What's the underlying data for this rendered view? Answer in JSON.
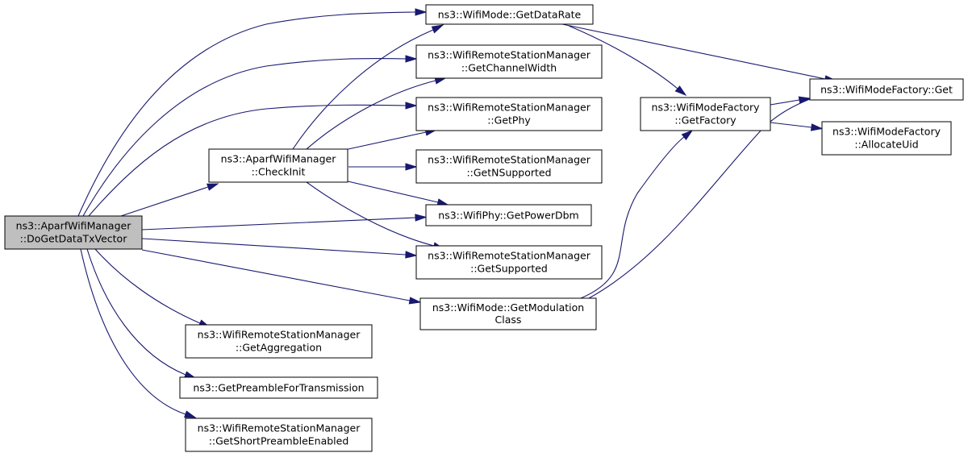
{
  "graph": {
    "nodes": {
      "root": [
        "ns3::AparfWifiManager",
        "::DoGetDataTxVector"
      ],
      "checkinit": [
        "ns3::AparfWifiManager",
        "::CheckInit"
      ],
      "getdatarate": [
        "ns3::WifiMode::GetDataRate"
      ],
      "getchannelwidth": [
        "ns3::WifiRemoteStationManager",
        "::GetChannelWidth"
      ],
      "getphy": [
        "ns3::WifiRemoteStationManager",
        "::GetPhy"
      ],
      "getnsupported": [
        "ns3::WifiRemoteStationManager",
        "::GetNSupported"
      ],
      "getpowerdbm": [
        "ns3::WifiPhy::GetPowerDbm"
      ],
      "getsupported": [
        "ns3::WifiRemoteStationManager",
        "::GetSupported"
      ],
      "getmodulationclass": [
        "ns3::WifiMode::GetModulation",
        "Class"
      ],
      "getaggregation": [
        "ns3::WifiRemoteStationManager",
        "::GetAggregation"
      ],
      "getpreamble": [
        "ns3::GetPreambleForTransmission"
      ],
      "getshortpreamble": [
        "ns3::WifiRemoteStationManager",
        "::GetShortPreambleEnabled"
      ],
      "getfactory": [
        "ns3::WifiModeFactory",
        "::GetFactory"
      ],
      "factoryget": [
        "ns3::WifiModeFactory::Get"
      ],
      "allocateuid": [
        "ns3::WifiModeFactory",
        "::AllocateUid"
      ]
    },
    "edges": [
      [
        "root",
        "getdatarate"
      ],
      [
        "root",
        "getchannelwidth"
      ],
      [
        "root",
        "getphy"
      ],
      [
        "root",
        "checkinit"
      ],
      [
        "root",
        "getpowerdbm"
      ],
      [
        "root",
        "getsupported"
      ],
      [
        "root",
        "getmodulationclass"
      ],
      [
        "root",
        "getaggregation"
      ],
      [
        "root",
        "getpreamble"
      ],
      [
        "root",
        "getshortpreamble"
      ],
      [
        "checkinit",
        "getdatarate"
      ],
      [
        "checkinit",
        "getchannelwidth"
      ],
      [
        "checkinit",
        "getphy"
      ],
      [
        "checkinit",
        "getnsupported"
      ],
      [
        "checkinit",
        "getpowerdbm"
      ],
      [
        "checkinit",
        "getsupported"
      ],
      [
        "getdatarate",
        "factoryget"
      ],
      [
        "getdatarate",
        "getfactory"
      ],
      [
        "getfactory",
        "factoryget"
      ],
      [
        "getfactory",
        "allocateuid"
      ],
      [
        "getmodulationclass",
        "getfactory"
      ],
      [
        "getmodulationclass",
        "factoryget"
      ]
    ],
    "colors": {
      "edge": "#191970",
      "root_fill": "#bfbfbf",
      "node_fill": "#ffffff",
      "node_border": "#000000"
    }
  }
}
